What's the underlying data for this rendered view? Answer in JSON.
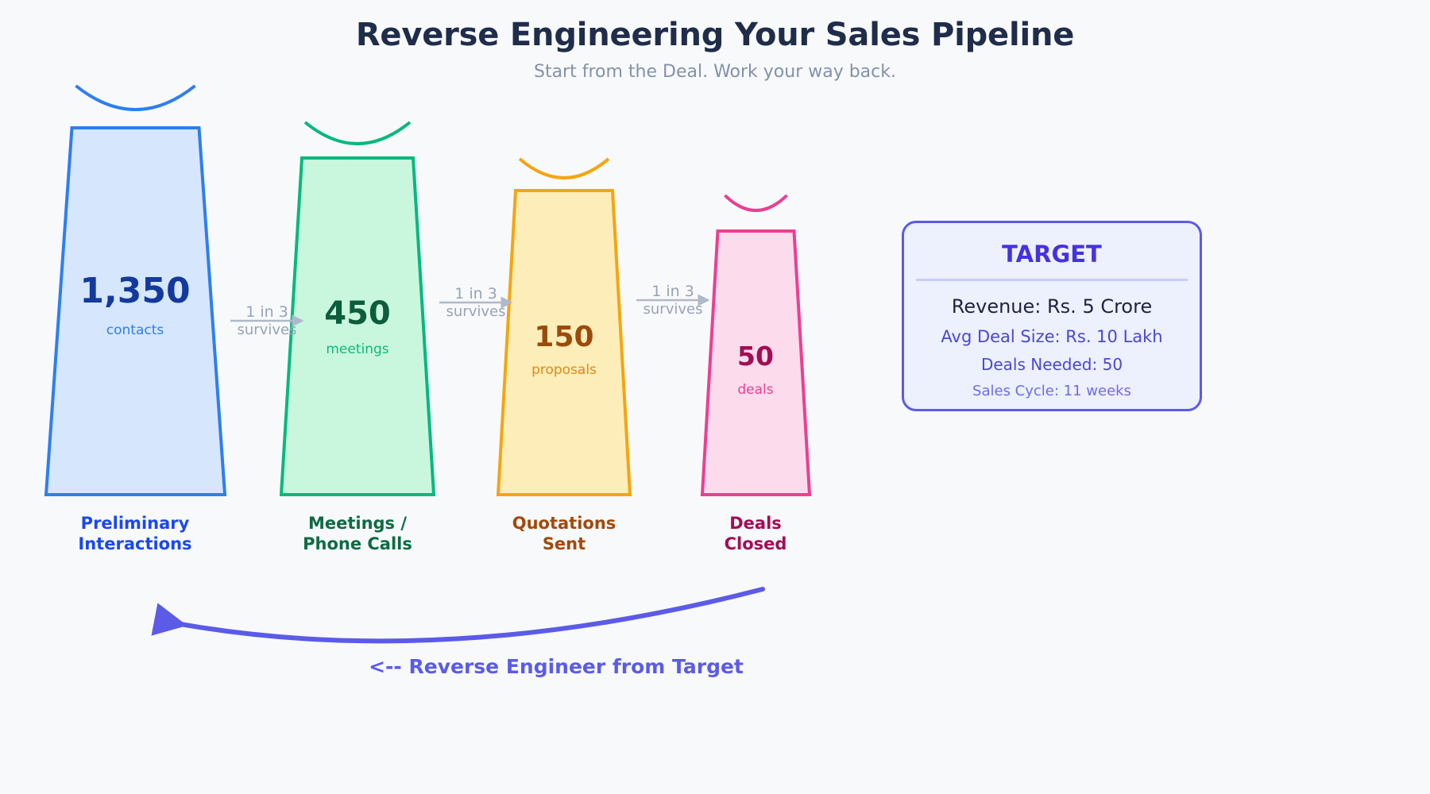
{
  "header": {
    "title": "Reverse Engineering Your Sales Pipeline",
    "subtitle": "Start from the Deal. Work your way back."
  },
  "chart_data": {
    "type": "bar",
    "title": "Reverse Engineering Your Sales Pipeline",
    "subtitle": "Start from the Deal. Work your way back.",
    "categories": [
      "Preliminary Interactions",
      "Meetings / Phone Calls",
      "Quotations Sent",
      "Deals Closed"
    ],
    "values": [
      1350,
      450,
      150,
      50
    ],
    "value_labels": [
      "1,350",
      "450",
      "150",
      "50"
    ],
    "units": [
      "contacts",
      "meetings",
      "proposals",
      "deals"
    ],
    "conversion_ratio": "1 in 3",
    "conversion_note": "survives",
    "xlabel": "",
    "ylabel": "",
    "legend": "none",
    "grid": false
  },
  "stages": [
    {
      "value": "1,350",
      "unit": "contacts",
      "label": "Preliminary\nInteractions",
      "stroke": "#2f7ef0",
      "fill": "#d6e6fd",
      "value_color": "#123a9e",
      "unit_color": "#2f7ef0",
      "label_color": "#1b47f0"
    },
    {
      "value": "450",
      "unit": "meetings",
      "label": "Meetings /\nPhone Calls",
      "stroke": "#06b97c",
      "fill": "#c9f7de",
      "value_color": "#0d5c3c",
      "unit_color": "#11b87c",
      "label_color": "#0d6b42"
    },
    {
      "value": "150",
      "unit": "proposals",
      "label": "Quotations\nSent",
      "stroke": "#f5a511",
      "fill": "#fdeeb9",
      "value_color": "#9c4a0c",
      "unit_color": "#e08912",
      "label_color": "#a2490b"
    },
    {
      "value": "50",
      "unit": "deals",
      "label": "Deals\nClosed",
      "stroke": "#ec3f92",
      "fill": "#fcdcec",
      "value_color": "#a30c54",
      "unit_color": "#ec3f92",
      "label_color": "#a30c54"
    }
  ],
  "connectors": [
    {
      "ratio": "1 in 3",
      "note": "survives"
    },
    {
      "ratio": "1 in 3",
      "note": "survives"
    },
    {
      "ratio": "1 in 3",
      "note": "survives"
    }
  ],
  "target": {
    "heading": "TARGET",
    "lines": [
      "Revenue: Rs. 5 Crore",
      "Avg Deal Size: Rs. 10 Lakh",
      "Deals Needed: 50",
      "Sales Cycle: 11 weeks"
    ],
    "accent": "#5b5be8"
  },
  "reverse": {
    "caption": "<-- Reverse Engineer from Target",
    "color": "#5b5be8"
  }
}
